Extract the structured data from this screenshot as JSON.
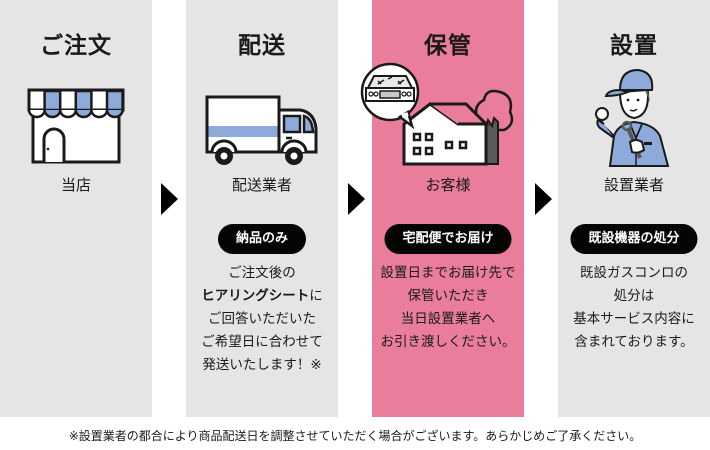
{
  "steps": [
    {
      "title": "ご注文",
      "icon": "store-icon",
      "subtitle": "当店",
      "highlight": false
    },
    {
      "title": "配送",
      "icon": "truck-icon",
      "subtitle": "配送業者",
      "badge": "納品のみ",
      "description": {
        "line1": "ご注文後の",
        "line2_bold": "ヒアリングシート",
        "line2_rest": "に",
        "line3": "ご回答いただいた",
        "line4": "ご希望日に合わせて",
        "line5": "発送いたします！※"
      },
      "highlight": false
    },
    {
      "title": "保管",
      "icon": "house-with-gas-stove-icon",
      "subtitle": "お客様",
      "badge": "宅配便でお届け",
      "description": {
        "line1": "設置日までお届け先で",
        "line2": "保管いただき",
        "line3": "当日設置業者へ",
        "line4": "お引き渡しください。"
      },
      "highlight": true
    },
    {
      "title": "設置",
      "icon": "installer-worker-icon",
      "subtitle": "設置業者",
      "badge": "既設機器の処分",
      "description": {
        "line1": "既設ガスコンロの",
        "line2": "処分は",
        "line3": "基本サービス内容に",
        "line4": "含まれております。"
      },
      "highlight": false
    }
  ],
  "footnote": "※設置業者の都合により商品配送日を調整させていただく場合がございます。あらかじめご了承ください。",
  "colors": {
    "panel_gray": "#e5e5e5",
    "panel_pink": "#ea7c9c",
    "accent_blue": "#8eaadb",
    "badge_black": "#050505"
  }
}
